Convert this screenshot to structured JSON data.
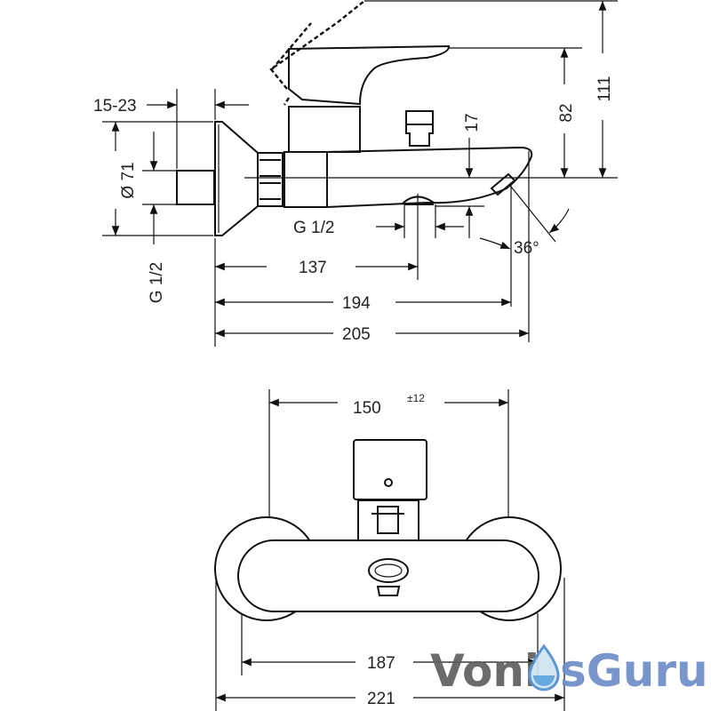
{
  "side_view": {
    "dims": {
      "wall_gap": "15-23",
      "escutcheon_diameter": "Ø 71",
      "inlet_thread": "G 1/2",
      "outlet_thread": "G 1/2",
      "spout_height": "17",
      "lever_height": "82",
      "lever_open_height": "111",
      "spout_angle": "36°",
      "outlet_distance": "137",
      "spout_length": "194",
      "overall_length": "205"
    }
  },
  "front_view": {
    "dims": {
      "center_distance": "150",
      "center_tolerance": "±12",
      "inner_width": "187",
      "overall_width": "221"
    }
  },
  "watermark": {
    "text_left": "Voni",
    "text_right": "sGuru",
    "color_left": "#5f5f5f",
    "color_right": "#6d8ec7"
  }
}
